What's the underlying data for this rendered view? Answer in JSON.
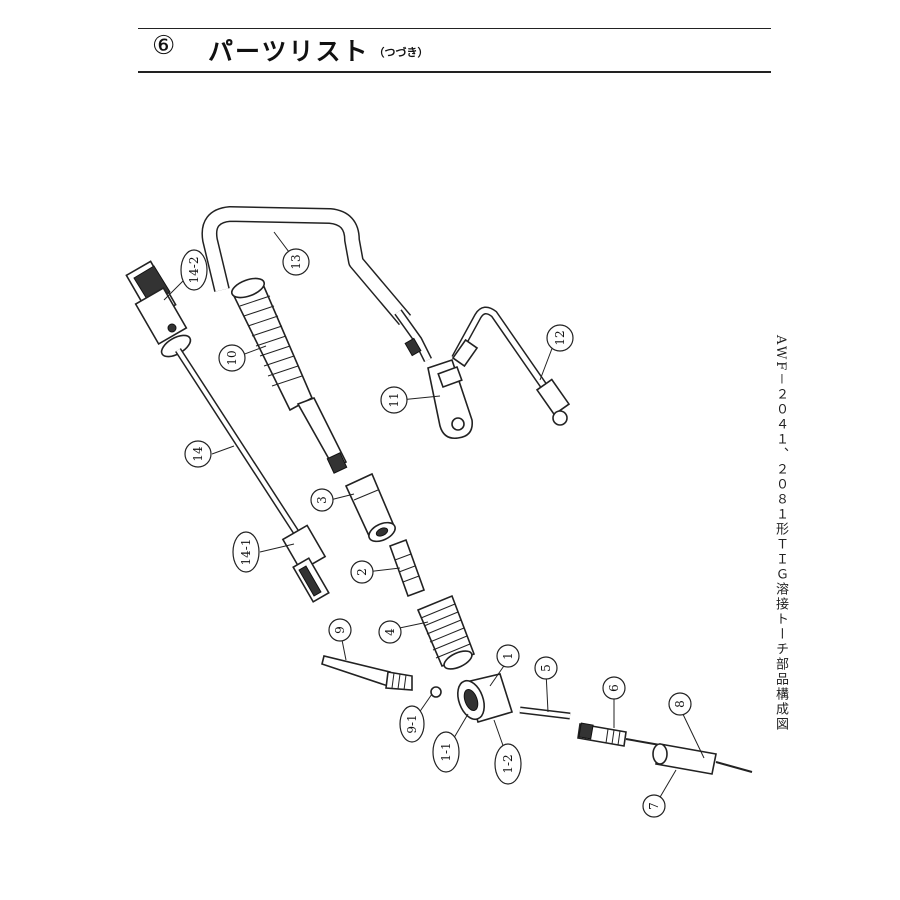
{
  "header": {
    "section_number": "⑥",
    "title": "パーツリスト",
    "subtitle": "（つづき）"
  },
  "side_caption": "AWF－２０４１、２０８１形ＴＩＧ溶接トーチ部品構成図",
  "callouts": [
    {
      "id": "c13",
      "label": "13"
    },
    {
      "id": "c14-2",
      "label": "14-2"
    },
    {
      "id": "c10",
      "label": "10"
    },
    {
      "id": "c11",
      "label": "11"
    },
    {
      "id": "c12",
      "label": "12"
    },
    {
      "id": "c14",
      "label": "14"
    },
    {
      "id": "c3",
      "label": "3"
    },
    {
      "id": "c14-1",
      "label": "14-1"
    },
    {
      "id": "c2",
      "label": "2"
    },
    {
      "id": "c9",
      "label": "9"
    },
    {
      "id": "c4",
      "label": "4"
    },
    {
      "id": "c1",
      "label": "1"
    },
    {
      "id": "c5",
      "label": "5"
    },
    {
      "id": "c6",
      "label": "6"
    },
    {
      "id": "c8",
      "label": "8"
    },
    {
      "id": "c9-1",
      "label": "9-1"
    },
    {
      "id": "c1-1",
      "label": "1-1"
    },
    {
      "id": "c1-2",
      "label": "1-2"
    },
    {
      "id": "c7",
      "label": "7"
    }
  ]
}
